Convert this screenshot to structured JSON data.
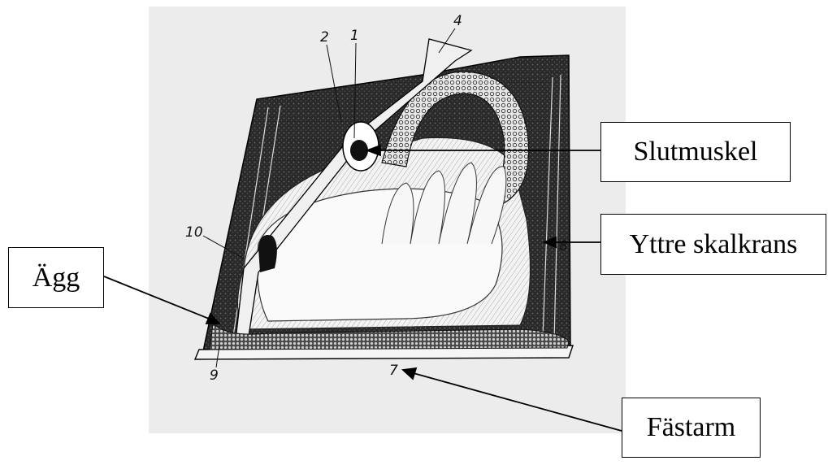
{
  "diagram": {
    "labels": {
      "slutmuskel": "Slutmuskel",
      "yttre_skalkrans": "Yttre skalkrans",
      "agg": "Ägg",
      "fastarm": "Fästarm"
    },
    "numbers": [
      "1",
      "2",
      "4",
      "7",
      "8",
      "9",
      "10"
    ]
  }
}
